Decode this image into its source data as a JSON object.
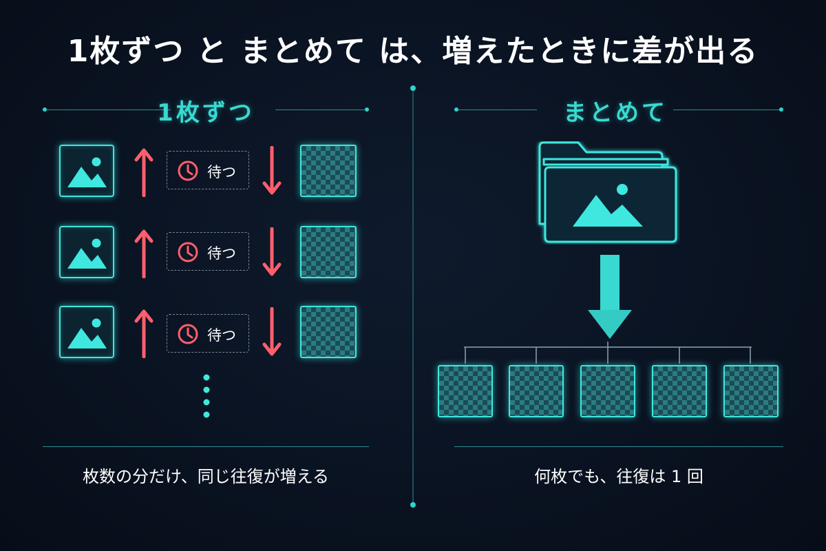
{
  "title": "1枚ずつ と まとめて は、増えたときに差が出る",
  "left": {
    "heading": "1枚ずつ",
    "wait_label": "待つ",
    "caption": "枚数の分だけ、同じ往復が増える"
  },
  "right": {
    "heading": "まとめて",
    "caption": "何枚でも、往復は 1 回"
  },
  "icons": {
    "image": "image-icon",
    "clock": "clock-icon",
    "up": "arrow-up-icon",
    "down": "arrow-down-icon",
    "folder": "folder-icon"
  },
  "colors": {
    "accent": "#3ee8de",
    "arrow": "#ff5f6d",
    "background": "#0a1322"
  }
}
